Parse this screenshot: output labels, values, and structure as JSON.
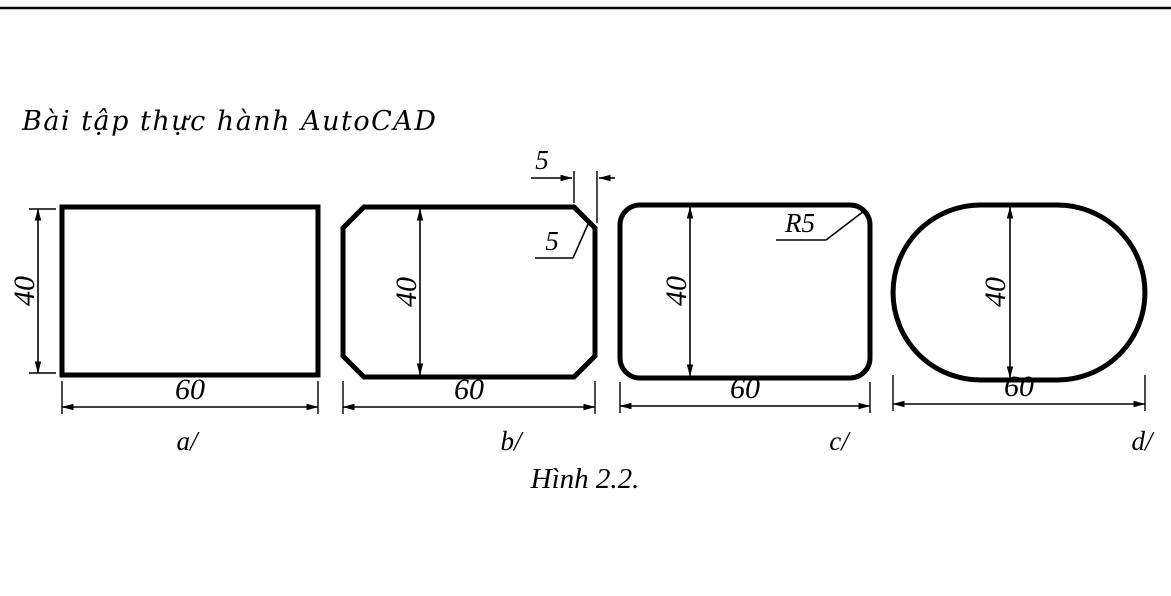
{
  "page": {
    "header_title": "Bài tập thực hành AutoCAD",
    "caption": "Hình 2.2.",
    "background": "#ffffff",
    "line_color": "#000000"
  },
  "figures": [
    {
      "label": "a/",
      "shape": "rectangle",
      "width": "60",
      "height": "40"
    },
    {
      "label": "b/",
      "shape": "chamfered-rectangle",
      "width": "60",
      "height": "40",
      "chamfer_width": "5",
      "chamfer_height": "5"
    },
    {
      "label": "c/",
      "shape": "rounded-rectangle",
      "width": "60",
      "height": "40",
      "corner_radius": "R5"
    },
    {
      "label": "d/",
      "shape": "stadium",
      "width": "60",
      "height": "40"
    }
  ]
}
